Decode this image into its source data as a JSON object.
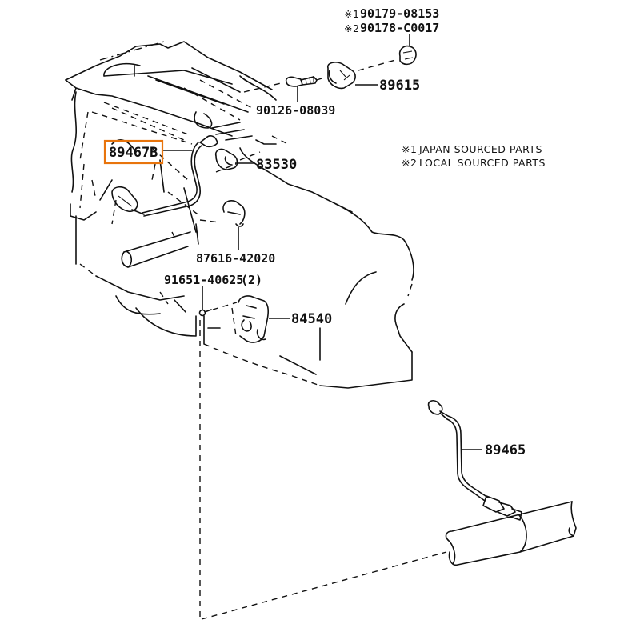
{
  "diagram": {
    "title": "Engine sensor parts diagram",
    "highlight_color": "#e8740c",
    "ink_color": "#111111",
    "footnotes": [
      {
        "mark": "※1",
        "text": "JAPAN SOURCED PARTS"
      },
      {
        "mark": "※2",
        "text": "LOCAL SOURCED PARTS"
      }
    ],
    "parts": {
      "p90179": {
        "mark": "※1",
        "number": "90179-08153"
      },
      "p90178": {
        "mark": "※2",
        "number": "90178-C0017"
      },
      "p89615": {
        "number": "89615"
      },
      "p90126": {
        "number": "90126-08039"
      },
      "p89467B": {
        "number": "89467B",
        "highlighted": true
      },
      "p83530": {
        "number": "83530"
      },
      "p87616": {
        "number": "87616-42020"
      },
      "p91651": {
        "number": "91651-40625",
        "qty": "(2)"
      },
      "p84540": {
        "number": "84540"
      },
      "p89465": {
        "number": "89465"
      }
    }
  }
}
